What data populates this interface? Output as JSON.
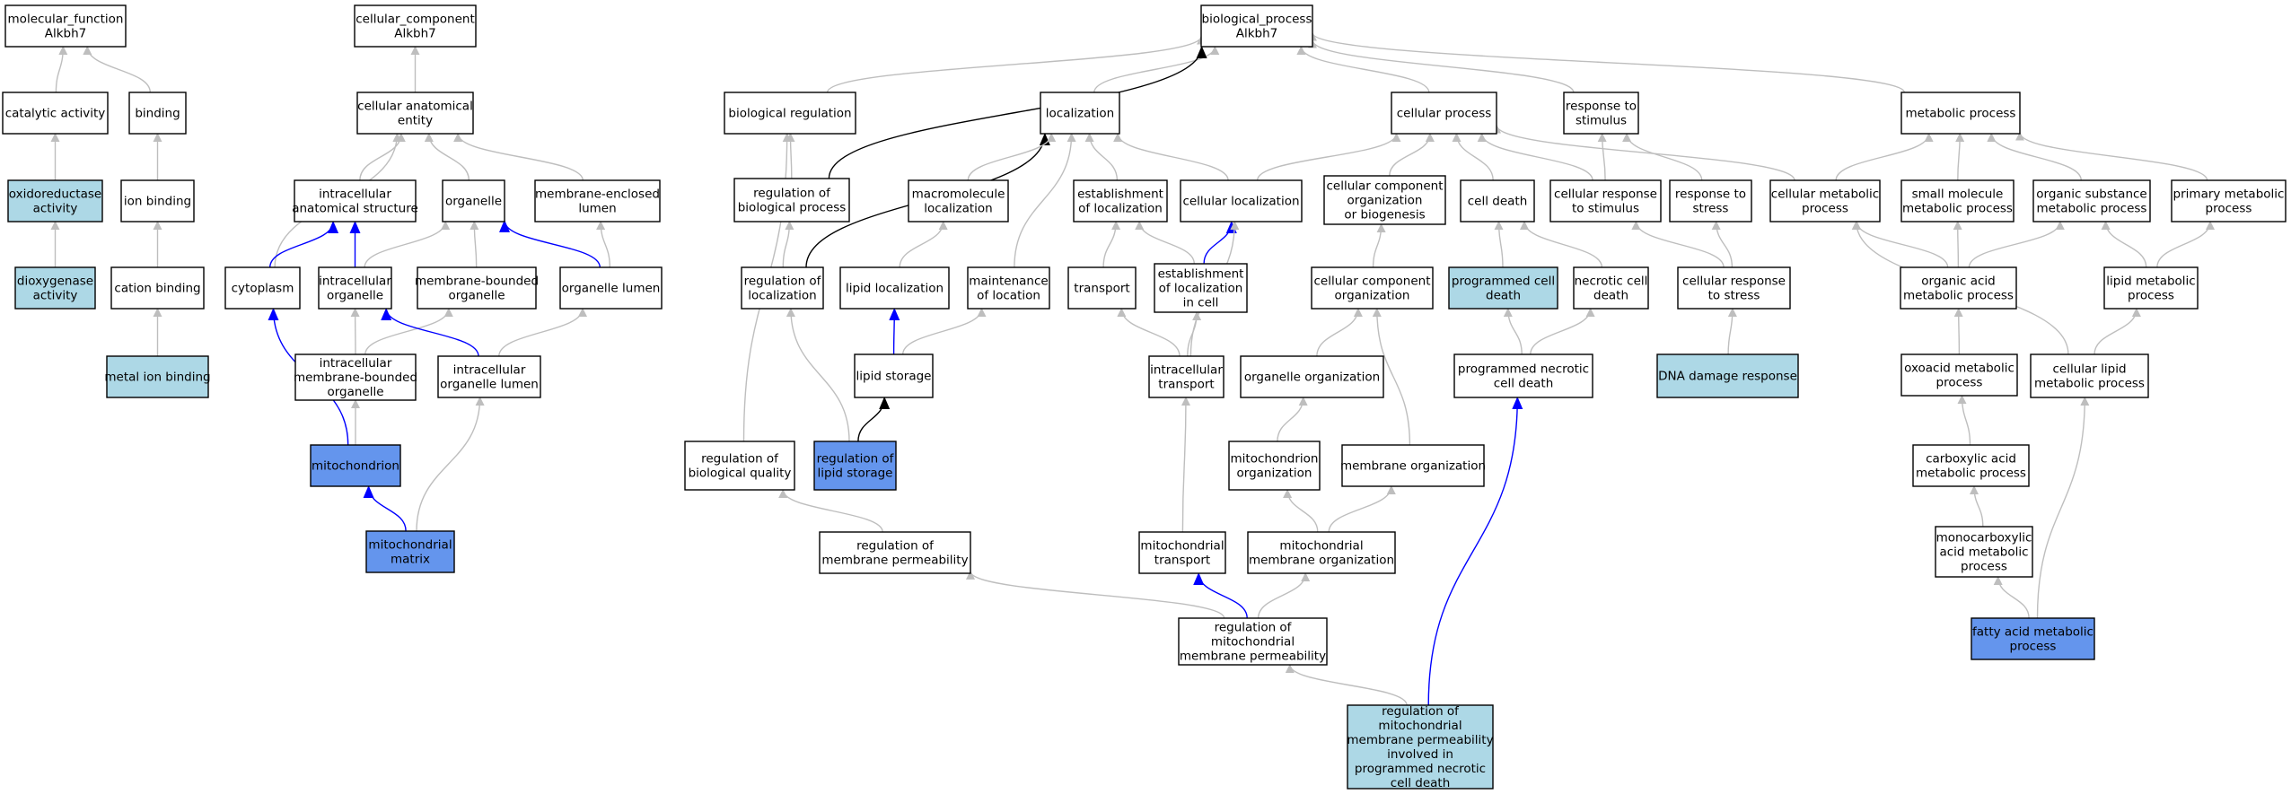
{
  "colors": {
    "plain": "#ffffff",
    "highlight_light": "#add8e6",
    "highlight_strong": "#6495ed",
    "edge_default": "#bebebe",
    "edge_blue": "#0000ff",
    "edge_black": "#000000"
  },
  "nodes": [
    {
      "id": "mf_root",
      "lines": [
        "molecular_function",
        "Alkbh7"
      ],
      "fill": "plain"
    },
    {
      "id": "catalytic",
      "lines": [
        "catalytic activity"
      ],
      "fill": "plain"
    },
    {
      "id": "binding",
      "lines": [
        "binding"
      ],
      "fill": "plain"
    },
    {
      "id": "oxidoreductase",
      "lines": [
        "oxidoreductase",
        "activity"
      ],
      "fill": "highlight_light"
    },
    {
      "id": "ion_binding",
      "lines": [
        "ion binding"
      ],
      "fill": "plain"
    },
    {
      "id": "dioxygenase",
      "lines": [
        "dioxygenase",
        "activity"
      ],
      "fill": "highlight_light"
    },
    {
      "id": "cation_binding",
      "lines": [
        "cation binding"
      ],
      "fill": "plain"
    },
    {
      "id": "metal_ion",
      "lines": [
        "metal ion binding"
      ],
      "fill": "highlight_light"
    },
    {
      "id": "cc_root",
      "lines": [
        "cellular_component",
        "Alkbh7"
      ],
      "fill": "plain"
    },
    {
      "id": "cae",
      "lines": [
        "cellular anatomical",
        "entity"
      ],
      "fill": "plain"
    },
    {
      "id": "ias",
      "lines": [
        "intracellular",
        "anatomical structure"
      ],
      "fill": "plain"
    },
    {
      "id": "organelle",
      "lines": [
        "organelle"
      ],
      "fill": "plain"
    },
    {
      "id": "mel",
      "lines": [
        "membrane-enclosed",
        "lumen"
      ],
      "fill": "plain"
    },
    {
      "id": "cytoplasm",
      "lines": [
        "cytoplasm"
      ],
      "fill": "plain"
    },
    {
      "id": "io",
      "lines": [
        "intracellular",
        "organelle"
      ],
      "fill": "plain"
    },
    {
      "id": "mbo",
      "lines": [
        "membrane-bounded",
        "organelle"
      ],
      "fill": "plain"
    },
    {
      "id": "ol",
      "lines": [
        "organelle lumen"
      ],
      "fill": "plain"
    },
    {
      "id": "imbo",
      "lines": [
        "intracellular",
        "membrane-bounded",
        "organelle"
      ],
      "fill": "plain"
    },
    {
      "id": "iol",
      "lines": [
        "intracellular",
        "organelle lumen"
      ],
      "fill": "plain"
    },
    {
      "id": "mito",
      "lines": [
        "mitochondrion"
      ],
      "fill": "highlight_strong"
    },
    {
      "id": "mito_matrix",
      "lines": [
        "mitochondrial",
        "matrix"
      ],
      "fill": "highlight_strong"
    },
    {
      "id": "bp_root",
      "lines": [
        "biological_process",
        "Alkbh7"
      ],
      "fill": "plain"
    },
    {
      "id": "bio_reg",
      "lines": [
        "biological regulation"
      ],
      "fill": "plain"
    },
    {
      "id": "localization",
      "lines": [
        "localization"
      ],
      "fill": "plain"
    },
    {
      "id": "cell_proc",
      "lines": [
        "cellular process"
      ],
      "fill": "plain"
    },
    {
      "id": "resp_stim",
      "lines": [
        "response to",
        "stimulus"
      ],
      "fill": "plain"
    },
    {
      "id": "met_proc",
      "lines": [
        "metabolic process"
      ],
      "fill": "plain"
    },
    {
      "id": "reg_bio_proc",
      "lines": [
        "regulation of",
        "biological process"
      ],
      "fill": "plain"
    },
    {
      "id": "macro_loc",
      "lines": [
        "macromolecule",
        "localization"
      ],
      "fill": "plain"
    },
    {
      "id": "est_loc",
      "lines": [
        "establishment",
        "of localization"
      ],
      "fill": "plain"
    },
    {
      "id": "cell_loc",
      "lines": [
        "cellular localization"
      ],
      "fill": "plain"
    },
    {
      "id": "ccob",
      "lines": [
        "cellular component",
        "organization",
        "or biogenesis"
      ],
      "fill": "plain"
    },
    {
      "id": "cell_death",
      "lines": [
        "cell death"
      ],
      "fill": "plain"
    },
    {
      "id": "cell_resp_stim",
      "lines": [
        "cellular response",
        "to stimulus"
      ],
      "fill": "plain"
    },
    {
      "id": "resp_stress",
      "lines": [
        "response to",
        "stress"
      ],
      "fill": "plain"
    },
    {
      "id": "cell_met",
      "lines": [
        "cellular metabolic",
        "process"
      ],
      "fill": "plain"
    },
    {
      "id": "small_mol",
      "lines": [
        "small molecule",
        "metabolic process"
      ],
      "fill": "plain"
    },
    {
      "id": "org_sub",
      "lines": [
        "organic substance",
        "metabolic process"
      ],
      "fill": "plain"
    },
    {
      "id": "prim_met",
      "lines": [
        "primary metabolic",
        "process"
      ],
      "fill": "plain"
    },
    {
      "id": "reg_loc",
      "lines": [
        "regulation of",
        "localization"
      ],
      "fill": "plain"
    },
    {
      "id": "lipid_loc",
      "lines": [
        "lipid localization"
      ],
      "fill": "plain"
    },
    {
      "id": "maint_loc",
      "lines": [
        "maintenance",
        "of location"
      ],
      "fill": "plain"
    },
    {
      "id": "transport",
      "lines": [
        "transport"
      ],
      "fill": "plain"
    },
    {
      "id": "est_loc_cell",
      "lines": [
        "establishment",
        "of localization",
        "in cell"
      ],
      "fill": "plain"
    },
    {
      "id": "cco",
      "lines": [
        "cellular component",
        "organization"
      ],
      "fill": "plain"
    },
    {
      "id": "pcd",
      "lines": [
        "programmed cell",
        "death"
      ],
      "fill": "highlight_light"
    },
    {
      "id": "necrotic",
      "lines": [
        "necrotic cell",
        "death"
      ],
      "fill": "plain"
    },
    {
      "id": "cell_resp_stress",
      "lines": [
        "cellular response",
        "to stress"
      ],
      "fill": "plain"
    },
    {
      "id": "org_acid",
      "lines": [
        "organic acid",
        "metabolic process"
      ],
      "fill": "plain"
    },
    {
      "id": "lipid_met",
      "lines": [
        "lipid metabolic",
        "process"
      ],
      "fill": "plain"
    },
    {
      "id": "lipid_storage",
      "lines": [
        "lipid storage"
      ],
      "fill": "plain"
    },
    {
      "id": "intra_transport",
      "lines": [
        "intracellular",
        "transport"
      ],
      "fill": "plain"
    },
    {
      "id": "organelle_org",
      "lines": [
        "organelle organization"
      ],
      "fill": "plain"
    },
    {
      "id": "pncd",
      "lines": [
        "programmed necrotic",
        "cell death"
      ],
      "fill": "plain"
    },
    {
      "id": "dna_damage",
      "lines": [
        "DNA damage response"
      ],
      "fill": "highlight_light"
    },
    {
      "id": "oxoacid",
      "lines": [
        "oxoacid metabolic",
        "process"
      ],
      "fill": "plain"
    },
    {
      "id": "cell_lipid",
      "lines": [
        "cellular lipid",
        "metabolic process"
      ],
      "fill": "plain"
    },
    {
      "id": "reg_bio_qual",
      "lines": [
        "regulation of",
        "biological quality"
      ],
      "fill": "plain"
    },
    {
      "id": "reg_lipid_storage",
      "lines": [
        "regulation of",
        "lipid storage"
      ],
      "fill": "highlight_strong"
    },
    {
      "id": "mito_org",
      "lines": [
        "mitochondrion",
        "organization"
      ],
      "fill": "plain"
    },
    {
      "id": "membrane_org",
      "lines": [
        "membrane organization"
      ],
      "fill": "plain"
    },
    {
      "id": "carboxylic",
      "lines": [
        "carboxylic acid",
        "metabolic process"
      ],
      "fill": "plain"
    },
    {
      "id": "reg_mem_perm",
      "lines": [
        "regulation of",
        "membrane permeability"
      ],
      "fill": "plain"
    },
    {
      "id": "mito_transport",
      "lines": [
        "mitochondrial",
        "transport"
      ],
      "fill": "plain"
    },
    {
      "id": "mito_mem_org",
      "lines": [
        "mitochondrial",
        "membrane organization"
      ],
      "fill": "plain"
    },
    {
      "id": "monocarboxylic",
      "lines": [
        "monocarboxylic",
        "acid metabolic",
        "process"
      ],
      "fill": "plain"
    },
    {
      "id": "reg_mito_mem_perm",
      "lines": [
        "regulation of",
        "mitochondrial",
        "membrane permeability"
      ],
      "fill": "plain"
    },
    {
      "id": "fatty_acid",
      "lines": [
        "fatty acid metabolic",
        "process"
      ],
      "fill": "highlight_strong"
    },
    {
      "id": "reg_mito_pncd",
      "lines": [
        "regulation of",
        "mitochondrial",
        "membrane permeability",
        "involved in",
        "programmed necrotic",
        "cell death"
      ],
      "fill": "highlight_light"
    }
  ],
  "edges": [
    {
      "from": "catalytic",
      "to": "mf_root",
      "color": "edge_default"
    },
    {
      "from": "binding",
      "to": "mf_root",
      "color": "edge_default"
    },
    {
      "from": "oxidoreductase",
      "to": "catalytic",
      "color": "edge_default"
    },
    {
      "from": "ion_binding",
      "to": "binding",
      "color": "edge_default"
    },
    {
      "from": "dioxygenase",
      "to": "oxidoreductase",
      "color": "edge_default"
    },
    {
      "from": "cation_binding",
      "to": "ion_binding",
      "color": "edge_default"
    },
    {
      "from": "metal_ion",
      "to": "cation_binding",
      "color": "edge_default"
    },
    {
      "from": "cae",
      "to": "cc_root",
      "color": "edge_default"
    },
    {
      "from": "ias",
      "to": "cae",
      "color": "edge_default"
    },
    {
      "from": "organelle",
      "to": "cae",
      "color": "edge_default"
    },
    {
      "from": "mel",
      "to": "cae",
      "color": "edge_default"
    },
    {
      "from": "cytoplasm",
      "to": "cae",
      "color": "edge_default"
    },
    {
      "from": "cytoplasm",
      "to": "ias",
      "color": "edge_blue"
    },
    {
      "from": "io",
      "to": "ias",
      "color": "edge_blue"
    },
    {
      "from": "io",
      "to": "organelle",
      "color": "edge_default"
    },
    {
      "from": "mbo",
      "to": "organelle",
      "color": "edge_default"
    },
    {
      "from": "ol",
      "to": "organelle",
      "color": "edge_blue"
    },
    {
      "from": "ol",
      "to": "mel",
      "color": "edge_default"
    },
    {
      "from": "imbo",
      "to": "io",
      "color": "edge_default"
    },
    {
      "from": "imbo",
      "to": "mbo",
      "color": "edge_default"
    },
    {
      "from": "iol",
      "to": "io",
      "color": "edge_blue"
    },
    {
      "from": "iol",
      "to": "ol",
      "color": "edge_default"
    },
    {
      "from": "mito",
      "to": "cytoplasm",
      "color": "edge_blue"
    },
    {
      "from": "mito",
      "to": "imbo",
      "color": "edge_default"
    },
    {
      "from": "mito_matrix",
      "to": "mito",
      "color": "edge_blue"
    },
    {
      "from": "mito_matrix",
      "to": "iol",
      "color": "edge_default"
    },
    {
      "from": "bio_reg",
      "to": "bp_root",
      "color": "edge_default"
    },
    {
      "from": "localization",
      "to": "bp_root",
      "color": "edge_default"
    },
    {
      "from": "cell_proc",
      "to": "bp_root",
      "color": "edge_default"
    },
    {
      "from": "resp_stim",
      "to": "bp_root",
      "color": "edge_default"
    },
    {
      "from": "met_proc",
      "to": "bp_root",
      "color": "edge_default"
    },
    {
      "from": "reg_bio_proc",
      "to": "bp_root",
      "color": "edge_black"
    },
    {
      "from": "reg_bio_proc",
      "to": "bio_reg",
      "color": "edge_default"
    },
    {
      "from": "reg_loc",
      "to": "localization",
      "color": "edge_black"
    },
    {
      "from": "macro_loc",
      "to": "localization",
      "color": "edge_default"
    },
    {
      "from": "est_loc",
      "to": "localization",
      "color": "edge_default"
    },
    {
      "from": "cell_loc",
      "to": "localization",
      "color": "edge_default"
    },
    {
      "from": "maint_loc",
      "to": "localization",
      "color": "edge_default"
    },
    {
      "from": "cell_loc",
      "to": "cell_proc",
      "color": "edge_default"
    },
    {
      "from": "ccob",
      "to": "cell_proc",
      "color": "edge_default"
    },
    {
      "from": "cell_death",
      "to": "cell_proc",
      "color": "edge_default"
    },
    {
      "from": "cell_resp_stim",
      "to": "cell_proc",
      "color": "edge_default"
    },
    {
      "from": "cell_met",
      "to": "cell_proc",
      "color": "edge_default"
    },
    {
      "from": "cell_resp_stim",
      "to": "resp_stim",
      "color": "edge_default"
    },
    {
      "from": "resp_stress",
      "to": "resp_stim",
      "color": "edge_default"
    },
    {
      "from": "cell_met",
      "to": "met_proc",
      "color": "edge_default"
    },
    {
      "from": "small_mol",
      "to": "met_proc",
      "color": "edge_default"
    },
    {
      "from": "org_sub",
      "to": "met_proc",
      "color": "edge_default"
    },
    {
      "from": "prim_met",
      "to": "met_proc",
      "color": "edge_default"
    },
    {
      "from": "reg_loc",
      "to": "reg_bio_proc",
      "color": "edge_default"
    },
    {
      "from": "lipid_loc",
      "to": "macro_loc",
      "color": "edge_default"
    },
    {
      "from": "transport",
      "to": "est_loc",
      "color": "edge_default"
    },
    {
      "from": "est_loc_cell",
      "to": "est_loc",
      "color": "edge_default"
    },
    {
      "from": "est_loc_cell",
      "to": "cell_loc",
      "color": "edge_blue"
    },
    {
      "from": "cco",
      "to": "ccob",
      "color": "edge_default"
    },
    {
      "from": "pcd",
      "to": "cell_death",
      "color": "edge_default"
    },
    {
      "from": "necrotic",
      "to": "cell_death",
      "color": "edge_default"
    },
    {
      "from": "cell_resp_stress",
      "to": "cell_resp_stim",
      "color": "edge_default"
    },
    {
      "from": "cell_resp_stress",
      "to": "resp_stress",
      "color": "edge_default"
    },
    {
      "from": "org_acid",
      "to": "small_mol",
      "color": "edge_default"
    },
    {
      "from": "org_acid",
      "to": "org_sub",
      "color": "edge_default"
    },
    {
      "from": "org_acid",
      "to": "cell_met",
      "color": "edge_default"
    },
    {
      "from": "lipid_met",
      "to": "org_sub",
      "color": "edge_default"
    },
    {
      "from": "lipid_met",
      "to": "prim_met",
      "color": "edge_default"
    },
    {
      "from": "cell_lipid",
      "to": "cell_met",
      "color": "edge_default"
    },
    {
      "from": "cell_lipid",
      "to": "lipid_met",
      "color": "edge_default"
    },
    {
      "from": "lipid_storage",
      "to": "lipid_loc",
      "color": "edge_blue"
    },
    {
      "from": "lipid_storage",
      "to": "maint_loc",
      "color": "edge_default"
    },
    {
      "from": "intra_transport",
      "to": "transport",
      "color": "edge_default"
    },
    {
      "from": "intra_transport",
      "to": "est_loc_cell",
      "color": "edge_default"
    },
    {
      "from": "intra_transport",
      "to": "cell_loc",
      "color": "edge_default"
    },
    {
      "from": "organelle_org",
      "to": "cco",
      "color": "edge_default"
    },
    {
      "from": "membrane_org",
      "to": "cco",
      "color": "edge_default"
    },
    {
      "from": "pncd",
      "to": "pcd",
      "color": "edge_default"
    },
    {
      "from": "pncd",
      "to": "necrotic",
      "color": "edge_default"
    },
    {
      "from": "dna_damage",
      "to": "cell_resp_stress",
      "color": "edge_default"
    },
    {
      "from": "oxoacid",
      "to": "org_acid",
      "color": "edge_default"
    },
    {
      "from": "reg_bio_qual",
      "to": "bio_reg",
      "color": "edge_default"
    },
    {
      "from": "reg_lipid_storage",
      "to": "lipid_storage",
      "color": "edge_black"
    },
    {
      "from": "reg_lipid_storage",
      "to": "reg_loc",
      "color": "edge_default"
    },
    {
      "from": "mito_org",
      "to": "organelle_org",
      "color": "edge_default"
    },
    {
      "from": "carboxylic",
      "to": "oxoacid",
      "color": "edge_default"
    },
    {
      "from": "reg_mem_perm",
      "to": "reg_bio_qual",
      "color": "edge_default"
    },
    {
      "from": "mito_transport",
      "to": "intra_transport",
      "color": "edge_default"
    },
    {
      "from": "mito_mem_org",
      "to": "mito_org",
      "color": "edge_default"
    },
    {
      "from": "mito_mem_org",
      "to": "membrane_org",
      "color": "edge_default"
    },
    {
      "from": "monocarboxylic",
      "to": "carboxylic",
      "color": "edge_default"
    },
    {
      "from": "reg_mito_mem_perm",
      "to": "reg_mem_perm",
      "color": "edge_default"
    },
    {
      "from": "reg_mito_mem_perm",
      "to": "mito_transport",
      "color": "edge_blue"
    },
    {
      "from": "reg_mito_mem_perm",
      "to": "mito_mem_org",
      "color": "edge_default"
    },
    {
      "from": "fatty_acid",
      "to": "monocarboxylic",
      "color": "edge_default"
    },
    {
      "from": "fatty_acid",
      "to": "cell_lipid",
      "color": "edge_default"
    },
    {
      "from": "reg_mito_pncd",
      "to": "reg_mito_mem_perm",
      "color": "edge_default"
    },
    {
      "from": "reg_mito_pncd",
      "to": "pncd",
      "color": "edge_blue"
    }
  ]
}
